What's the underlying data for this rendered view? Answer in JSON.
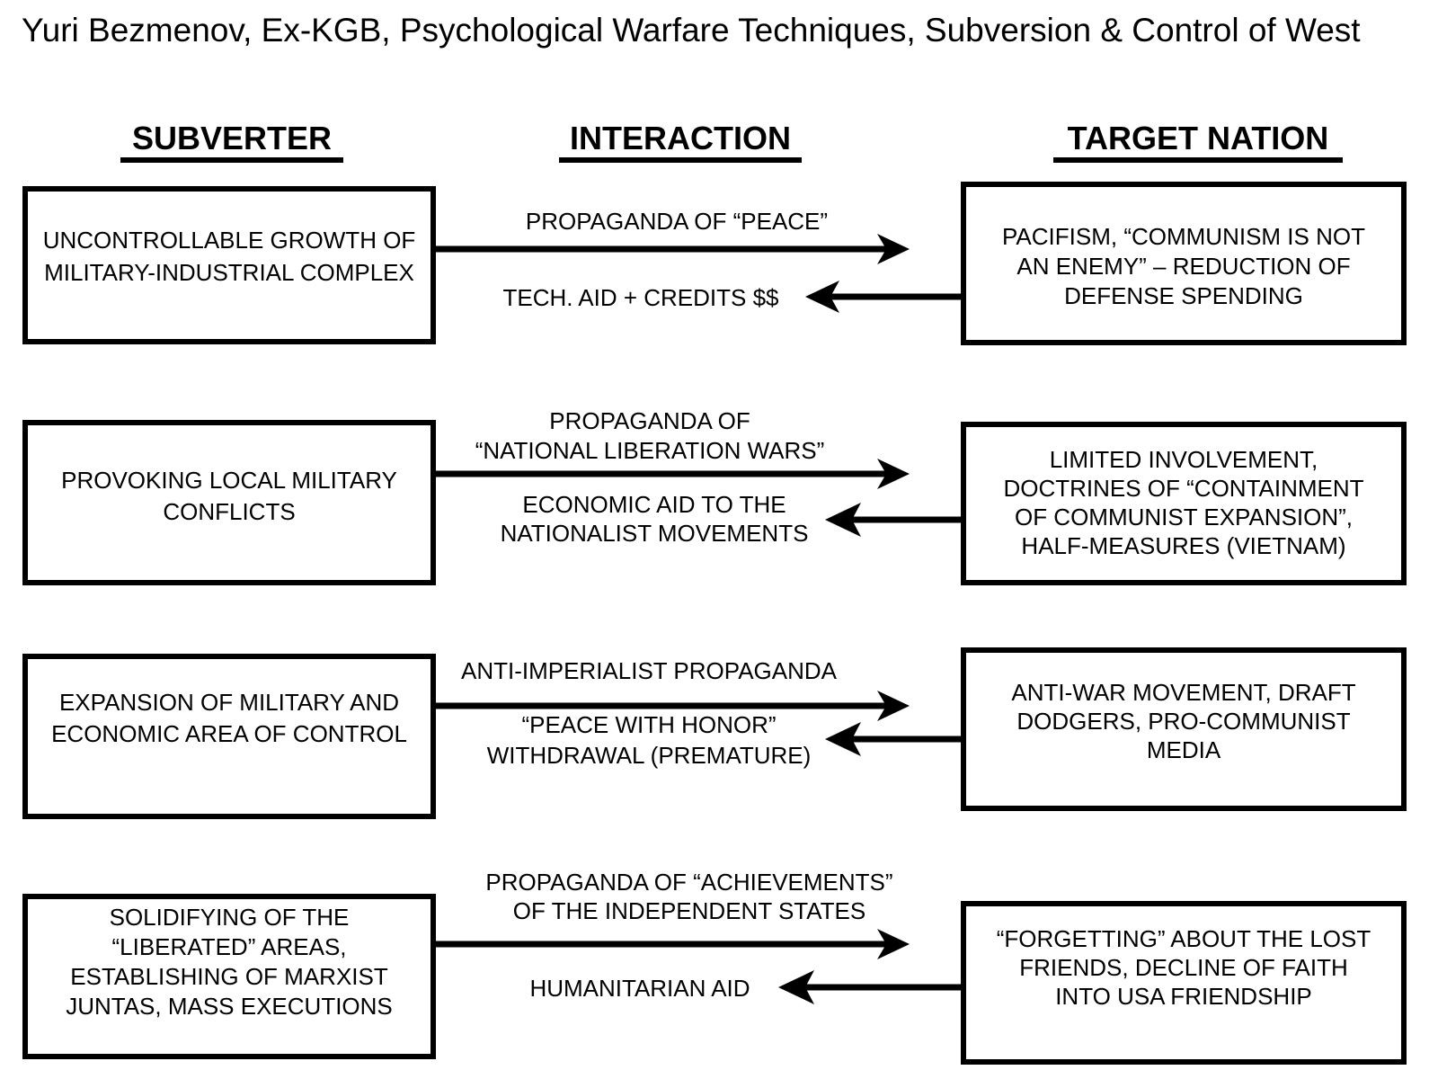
{
  "page": {
    "title": "Yuri Bezmenov, Ex-KGB, Psychological Warfare Techniques, Subversion & Control of West",
    "background_color": "#ffffff",
    "ink_color": "#000000"
  },
  "columns": {
    "subverter": "SUBVERTER",
    "interaction": "INTERACTION",
    "target_nation": "TARGET NATION"
  },
  "rows": [
    {
      "subverter": {
        "lines": [
          "UNCONTROLLABLE GROWTH OF",
          "MILITARY-INDUSTRIAL COMPLEX"
        ]
      },
      "forward": {
        "lines": [
          "PROPAGANDA OF “PEACE”"
        ]
      },
      "back": {
        "lines": [
          "TECH. AID + CREDITS $$"
        ]
      },
      "target": {
        "lines": [
          "PACIFISM, “COMMUNISM IS NOT",
          "AN ENEMY” – REDUCTION OF",
          "DEFENSE SPENDING"
        ]
      }
    },
    {
      "subverter": {
        "lines": [
          "PROVOKING LOCAL MILITARY",
          "CONFLICTS"
        ]
      },
      "forward": {
        "lines": [
          "PROPAGANDA OF",
          "“NATIONAL LIBERATION WARS”"
        ]
      },
      "back": {
        "lines": [
          "ECONOMIC AID TO THE",
          "NATIONALIST MOVEMENTS"
        ]
      },
      "target": {
        "lines": [
          "LIMITED INVOLVEMENT,",
          "DOCTRINES OF “CONTAINMENT",
          "OF COMMUNIST EXPANSION”,",
          "HALF-MEASURES (VIETNAM)"
        ]
      }
    },
    {
      "subverter": {
        "lines": [
          "EXPANSION OF MILITARY AND",
          "ECONOMIC AREA OF CONTROL"
        ]
      },
      "forward": {
        "lines": [
          "ANTI-IMPERIALIST PROPAGANDA"
        ]
      },
      "back": {
        "lines": [
          "“PEACE WITH HONOR”",
          "WITHDRAWAL (PREMATURE)"
        ]
      },
      "target": {
        "lines": [
          "ANTI-WAR MOVEMENT, DRAFT",
          "DODGERS, PRO-COMMUNIST",
          "MEDIA"
        ]
      }
    },
    {
      "subverter": {
        "lines": [
          "SOLIDIFYING OF THE",
          "“LIBERATED” AREAS,",
          "ESTABLISHING OF MARXIST",
          "JUNTAS, MASS EXECUTIONS"
        ]
      },
      "forward": {
        "lines": [
          "PROPAGANDA OF “ACHIEVEMENTS”",
          "OF THE INDEPENDENT STATES"
        ]
      },
      "back": {
        "lines": [
          "HUMANITARIAN AID"
        ]
      },
      "target": {
        "lines": [
          "“FORGETTING” ABOUT THE LOST",
          "FRIENDS, DECLINE OF FAITH",
          "INTO USA FRIENDSHIP"
        ]
      }
    }
  ]
}
